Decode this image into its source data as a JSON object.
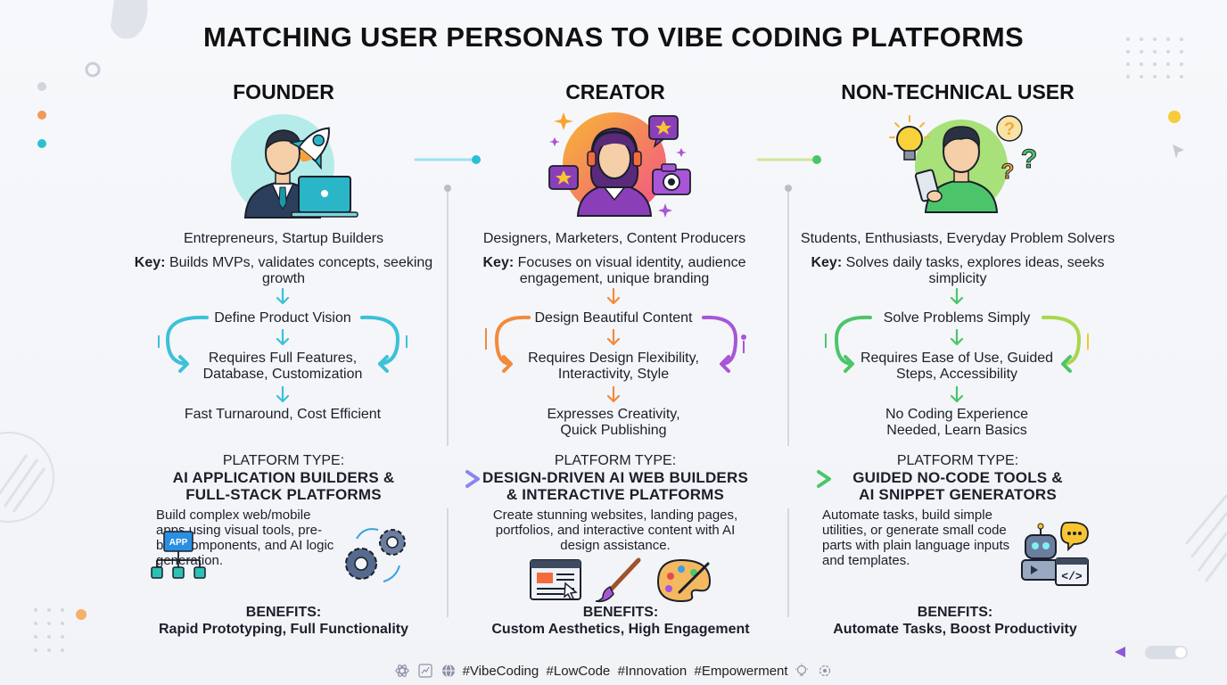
{
  "title": "MATCHING USER PERSONAS TO VIBE CODING PLATFORMS",
  "colors": {
    "founder": "#3cc1d8",
    "creator": "#f28a3c",
    "creator_alt": "#a855d8",
    "nontech": "#4cc56a",
    "arrow": "#8a8ff0"
  },
  "personas": [
    {
      "title": "FOUNDER",
      "audience": "Entrepreneurs, Startup Builders",
      "key_label": "Key:",
      "key_text": "Builds MVPs, validates concepts, seeking growth",
      "steps": [
        "Define Product Vision",
        "Requires Full Features, Database, Customization",
        "Fast Turnaround, Cost Efficient"
      ],
      "platform_label": "PLATFORM TYPE:",
      "platform_type": "AI APPLICATION BUILDERS & FULL-STACK PLATFORMS",
      "description": "Build complex web/mobile apps using visual tools, pre-built components, and AI logic generation.",
      "benefits_label": "BENEFITS:",
      "benefits": "Rapid Prototyping, Full Functionality",
      "icons": [
        "businessman-icon",
        "rocket-icon",
        "laptop-icon",
        "app-hierarchy-icon",
        "gears-icon"
      ],
      "app_badge": "APP"
    },
    {
      "title": "CREATOR",
      "audience": "Designers, Marketers, Content Producers",
      "key_label": "Key:",
      "key_text": "Focuses on visual identity, audience engagement, unique branding",
      "steps": [
        "Design Beautiful Content",
        "Requires Design Flexibility, Interactivity, Style",
        "Expresses Creativity, Quick Publishing"
      ],
      "platform_label": "PLATFORM TYPE:",
      "platform_type": "DESIGN-DRIVEN AI WEB BUILDERS & INTERACTIVE PLATFORMS",
      "description": "Create stunning websites, landing pages, portfolios, and interactive content with AI design assistance.",
      "benefits_label": "BENEFITS:",
      "benefits": "Custom Aesthetics, High Engagement",
      "icons": [
        "creator-headset-icon",
        "star-bubble-icon",
        "camera-icon",
        "webpage-icon",
        "paintbrush-icon",
        "palette-icon"
      ]
    },
    {
      "title": "NON-TECHNICAL USER",
      "audience": "Students, Enthusiasts, Everyday Problem Solvers",
      "key_label": "Key:",
      "key_text": "Solves daily tasks, explores ideas, seeks simplicity",
      "steps": [
        "Solve Problems Simply",
        "Requires Ease of Use, Guided Steps, Accessibility",
        "No Coding Experience Needed, Learn Basics"
      ],
      "platform_label": "PLATFORM TYPE:",
      "platform_type": "GUIDED NO-CODE TOOLS & AI SNIPPET GENERATORS",
      "description": "Automate tasks, build simple utilities, or generate small code parts with plain language inputs and templates.",
      "benefits_label": "BENEFITS:",
      "benefits": "Automate Tasks, Boost Productivity",
      "icons": [
        "user-phone-icon",
        "lightbulb-icon",
        "question-marks-icon",
        "robot-icon",
        "code-window-icon"
      ]
    }
  ],
  "footer": {
    "tags": "#VibeCoding  #LowCode  #Innovation  #Empowerment"
  }
}
